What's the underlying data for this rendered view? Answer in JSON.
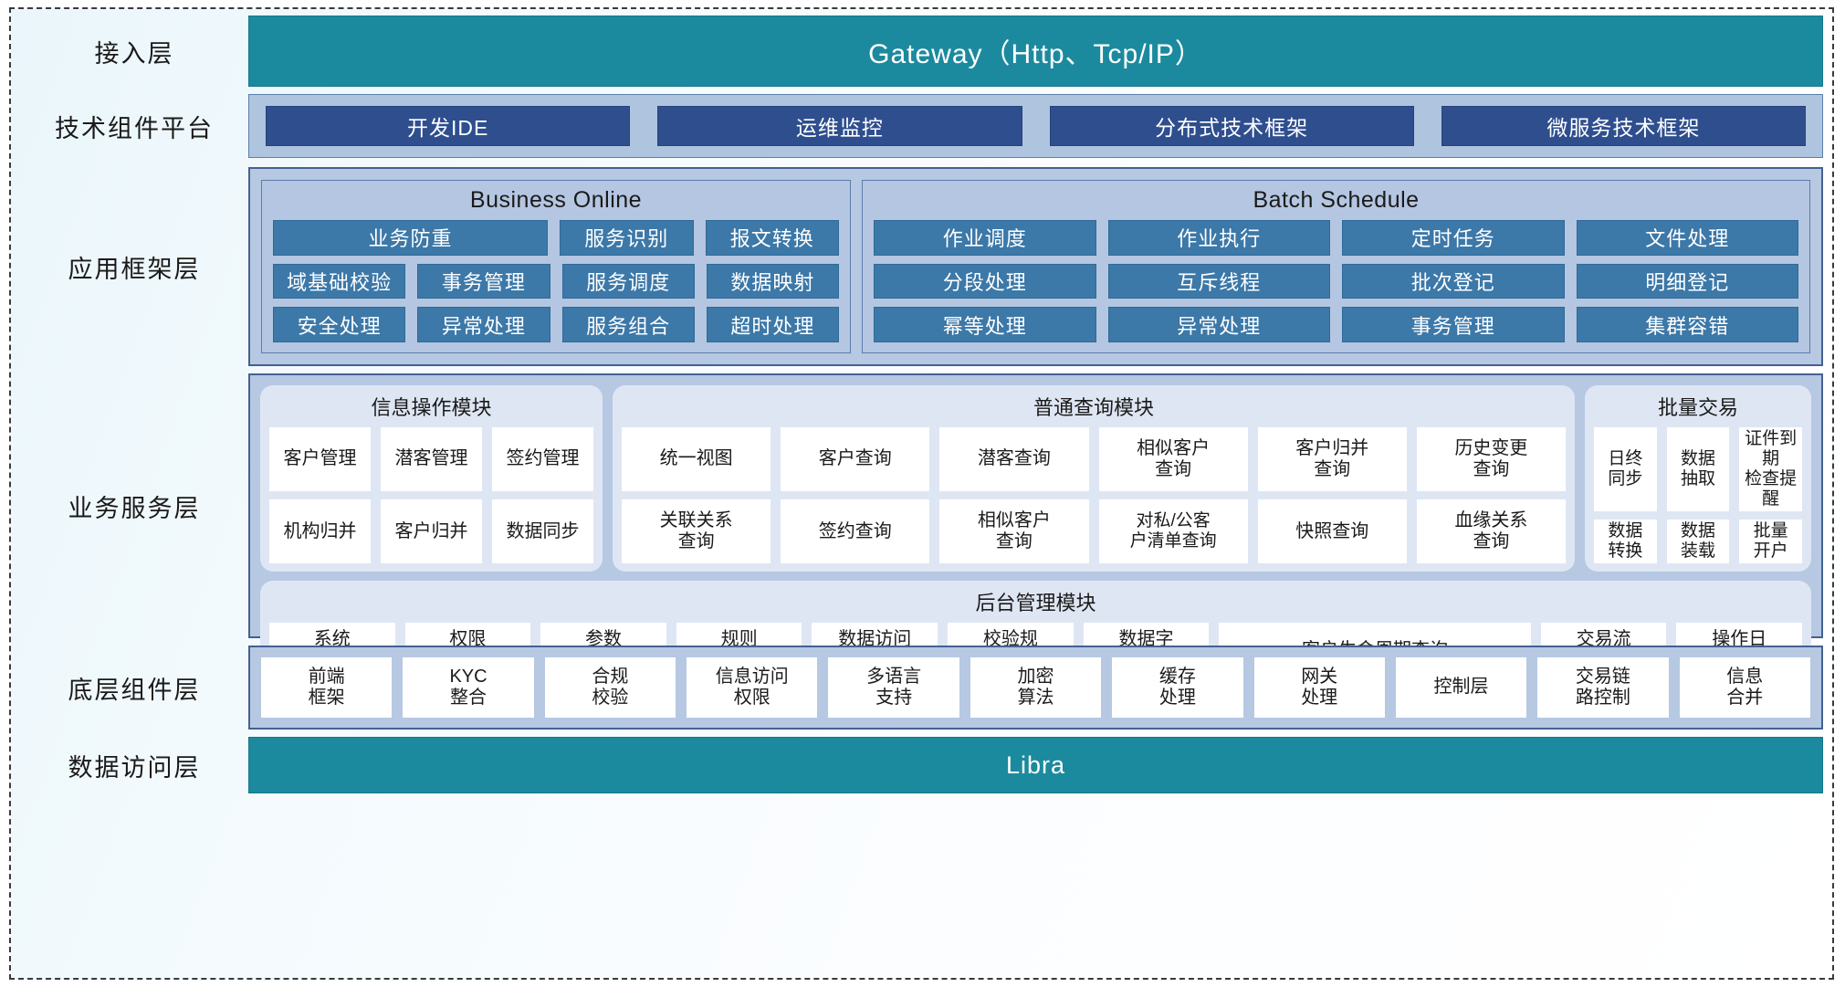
{
  "layers": {
    "access": {
      "label": "接入层",
      "gateway": "Gateway（Http、Tcp/IP）"
    },
    "tech": {
      "label": "技术组件平台",
      "items": [
        "开发IDE",
        "运维监控",
        "分布式技术框架",
        "微服务技术框架"
      ]
    },
    "app_framework": {
      "label": "应用框架层",
      "online": {
        "title": "Business Online",
        "rows": [
          [
            "业务防重",
            "服务识别",
            "报文转换"
          ],
          [
            "域基础校验",
            "事务管理",
            "服务调度",
            "数据映射"
          ],
          [
            "安全处理",
            "异常处理",
            "服务组合",
            "超时处理"
          ]
        ]
      },
      "batch": {
        "title": "Batch Schedule",
        "rows": [
          [
            "作业调度",
            "作业执行",
            "定时任务",
            "文件处理"
          ],
          [
            "分段处理",
            "互斥线程",
            "批次登记",
            "明细登记"
          ],
          [
            "幂等处理",
            "异常处理",
            "事务管理",
            "集群容错"
          ]
        ]
      }
    },
    "business_service": {
      "label": "业务服务层",
      "info_module": {
        "title": "信息操作模块",
        "rows": [
          [
            "客户管理",
            "潜客管理",
            "签约管理"
          ],
          [
            "机构归并",
            "客户归并",
            "数据同步"
          ]
        ]
      },
      "query_module": {
        "title": "普通查询模块",
        "rows": [
          [
            "统一视图",
            "客户查询",
            "潜客查询",
            "相似客户\n查询",
            "客户归并\n查询",
            "历史变更\n查询"
          ],
          [
            "关联关系\n查询",
            "签约查询",
            "相似客户\n查询",
            "对私/公客\n户清单查询",
            "快照查询",
            "血缘关系\n查询"
          ]
        ]
      },
      "batch_tx": {
        "title": "批量交易",
        "rows": [
          [
            "日终\n同步",
            "数据\n抽取",
            "证件到期\n检查提醒"
          ],
          [
            "数据\n转换",
            "数据\n装载",
            "批量\n开户"
          ]
        ]
      },
      "admin_module": {
        "title": "后台管理模块",
        "items": [
          {
            "label": "系统\n管理",
            "wide": false
          },
          {
            "label": "权限\n管理",
            "wide": false
          },
          {
            "label": "参数\n管理",
            "wide": false
          },
          {
            "label": "规则\n配置",
            "wide": false
          },
          {
            "label": "数据访问\n控制",
            "wide": false
          },
          {
            "label": "校验规\n则管理",
            "wide": false
          },
          {
            "label": "数据字\n典管理",
            "wide": false
          },
          {
            "label": "客户生命周期查询",
            "wide": true
          },
          {
            "label": "交易流\n水查询",
            "wide": false
          },
          {
            "label": "操作日\n志查询",
            "wide": false
          }
        ]
      }
    },
    "base_component": {
      "label": "底层组件层",
      "items": [
        "前端\n框架",
        "KYC\n整合",
        "合规\n校验",
        "信息访问\n权限",
        "多语言\n支持",
        "加密\n算法",
        "缓存\n处理",
        "网关\n处理",
        "控制层",
        "交易链\n路控制",
        "信息\n合并"
      ]
    },
    "data_access": {
      "label": "数据访问层",
      "title": "Libra"
    }
  },
  "colors": {
    "teal": "#1c8a9e",
    "dark_blue": "#2e4e8e",
    "mid_blue": "#3c78a8",
    "panel_blue": "#b6c8e2",
    "group_light": "#dfe6f3",
    "white": "#ffffff"
  }
}
